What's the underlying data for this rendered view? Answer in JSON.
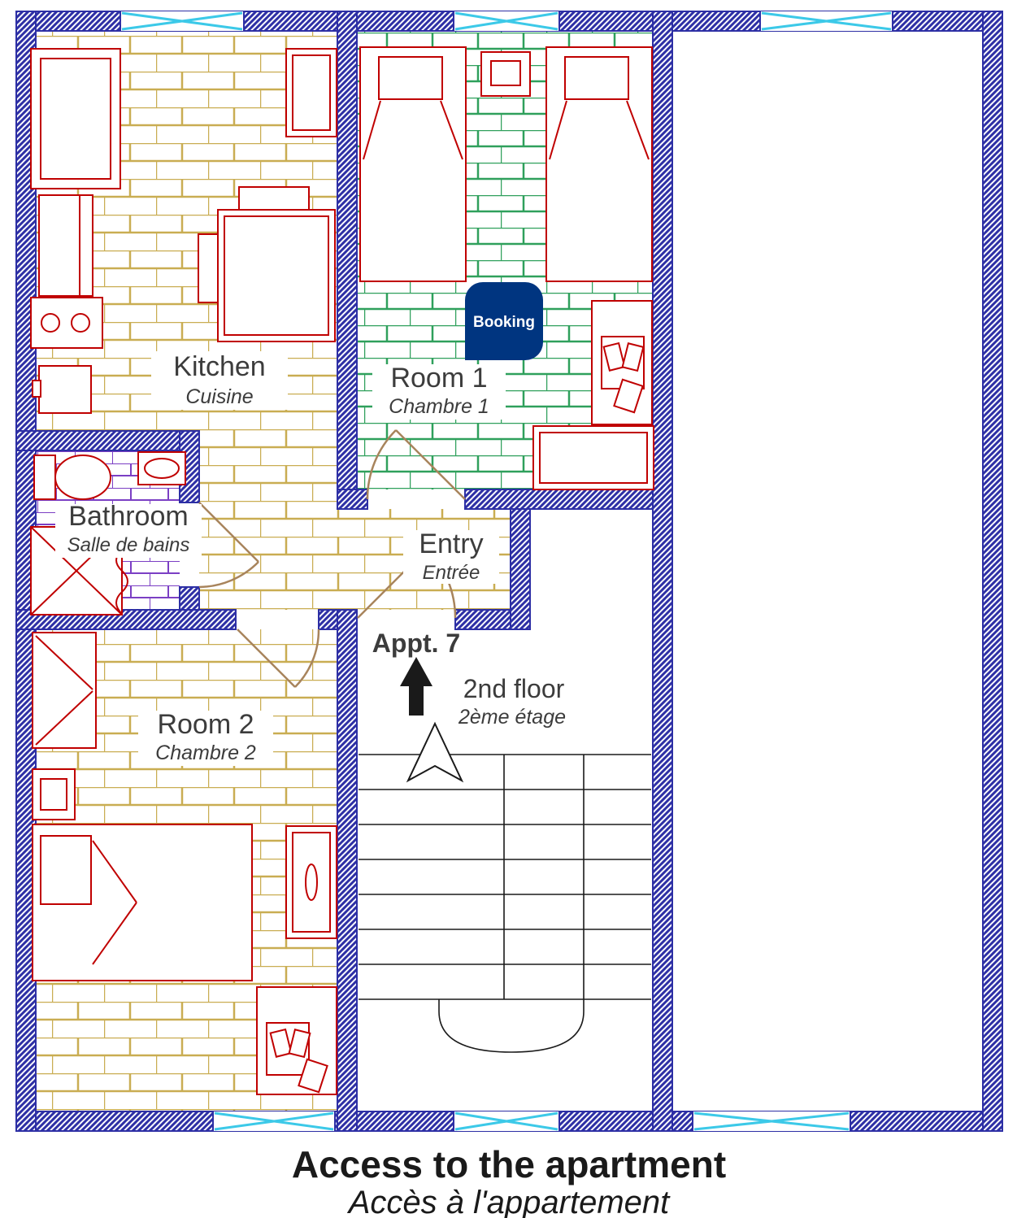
{
  "plan": {
    "rooms": {
      "kitchen": {
        "name": "Kitchen",
        "name_fr": "Cuisine"
      },
      "room1": {
        "name": "Room 1",
        "name_fr": "Chambre 1"
      },
      "bathroom": {
        "name": "Bathroom",
        "name_fr": "Salle de bains"
      },
      "entry": {
        "name": "Entry",
        "name_fr": "Entrée"
      },
      "room2": {
        "name": "Room 2",
        "name_fr": "Chambre 2"
      }
    },
    "stairwell": {
      "apartment": "Appt. 7",
      "floor": "2nd floor",
      "floor_fr": "2ème étage"
    },
    "badge": {
      "label": "Booking",
      "color": "#003580"
    },
    "caption": {
      "title": "Access to the apartment",
      "subtitle": "Accès à l'appartement"
    },
    "colors": {
      "wall": "#2d2fa5",
      "kitchen_floor_lines": "#c9ad52",
      "room1_floor_lines": "#2fa05c",
      "bathroom_floor_lines": "#7b3fc4",
      "furniture": "#c00000",
      "window": "#3cc9e8",
      "door": "#a8845c",
      "stairs": "#1a1a1a",
      "label_text": "#3c3c3c"
    }
  }
}
